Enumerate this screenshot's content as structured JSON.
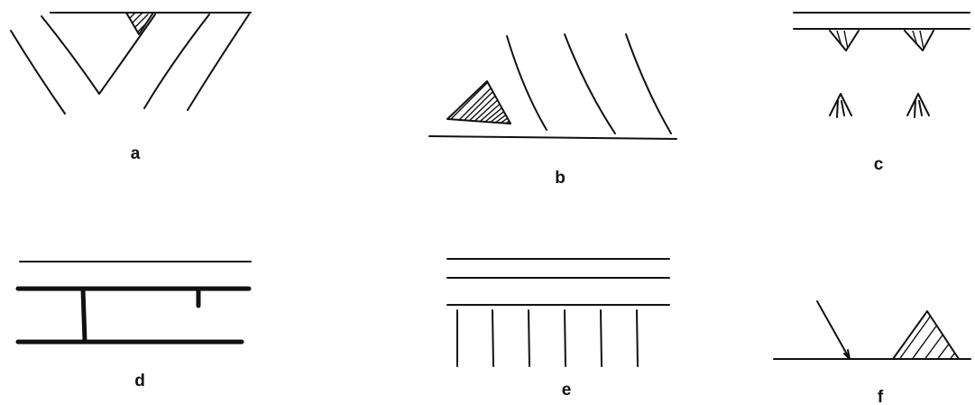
{
  "figure": {
    "panels": [
      {
        "id": "a",
        "label": "a"
      },
      {
        "id": "b",
        "label": "b"
      },
      {
        "id": "c",
        "label": "c"
      },
      {
        "id": "d",
        "label": "d"
      },
      {
        "id": "e",
        "label": "e"
      },
      {
        "id": "f",
        "label": "f"
      }
    ]
  }
}
